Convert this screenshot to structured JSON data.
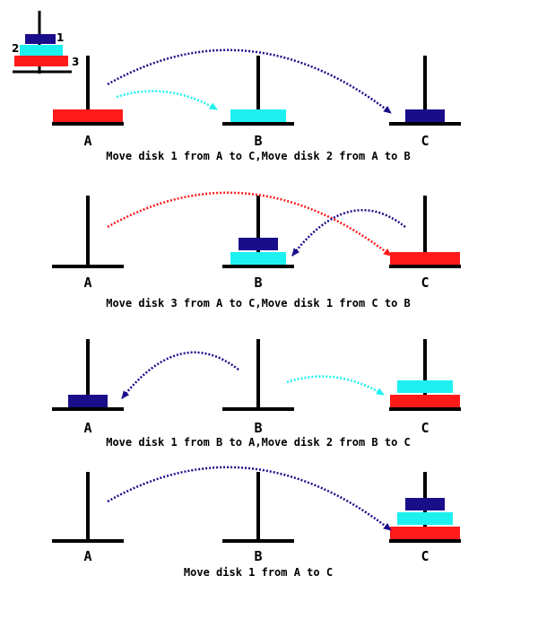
{
  "colors": {
    "disk_1": "#1a0d8a",
    "disk_2": "#1ef0f0",
    "disk_3": "#ff1a1a",
    "peg": "#000000",
    "background": "#ffffff"
  },
  "legend": {
    "disk_labels": [
      "1",
      "2",
      "3"
    ]
  },
  "pegs": [
    "A",
    "B",
    "C"
  ],
  "steps": [
    {
      "caption": "Move disk 1 from A to C,Move disk 2 from A to B",
      "stacks": {
        "A": [
          3
        ],
        "B": [
          2
        ],
        "C": [
          1
        ]
      },
      "arrows": [
        {
          "disk": 1,
          "from": "A",
          "to": "C"
        },
        {
          "disk": 2,
          "from": "A",
          "to": "B"
        }
      ]
    },
    {
      "caption": "Move disk 3 from A to C,Move disk 1 from C to B",
      "stacks": {
        "A": [],
        "B": [
          2,
          1
        ],
        "C": [
          3
        ]
      },
      "arrows": [
        {
          "disk": 3,
          "from": "A",
          "to": "C"
        },
        {
          "disk": 1,
          "from": "C",
          "to": "B"
        }
      ]
    },
    {
      "caption": "Move disk 1 from B to A,Move disk 2 from B to C",
      "stacks": {
        "A": [
          1
        ],
        "B": [],
        "C": [
          3,
          2
        ]
      },
      "arrows": [
        {
          "disk": 1,
          "from": "B",
          "to": "A"
        },
        {
          "disk": 2,
          "from": "B",
          "to": "C"
        }
      ]
    },
    {
      "caption": "Move disk 1 from A to C",
      "stacks": {
        "A": [],
        "B": [],
        "C": [
          3,
          2,
          1
        ]
      },
      "arrows": [
        {
          "disk": 1,
          "from": "A",
          "to": "C"
        }
      ]
    }
  ]
}
